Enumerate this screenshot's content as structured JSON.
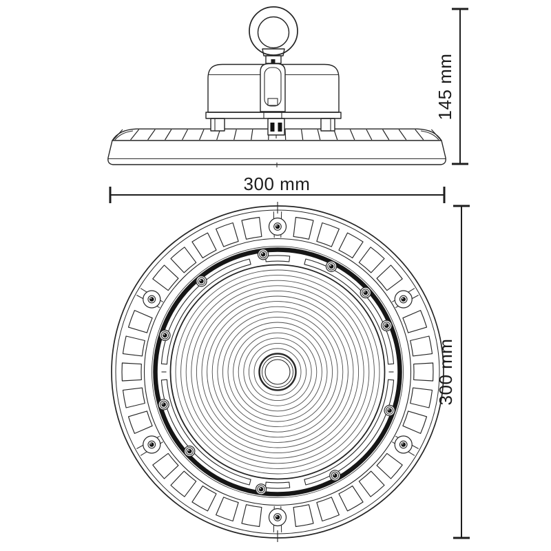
{
  "meta": {
    "description": "Technical dimension drawing of a round UFO LED high-bay luminaire: side elevation view above, bottom (lens) view below",
    "background_color": "#ffffff",
    "line_color": "#242424",
    "dark_color": "#141414"
  },
  "dimensions": {
    "height": "145 mm",
    "width": "300 mm",
    "diameter": "300 mm"
  },
  "side_view": {
    "name": "side-elevation",
    "parts": [
      "eye-hook-ring",
      "mounting-collar",
      "driver-housing",
      "hook-bracket",
      "housing-feet",
      "cable-gland",
      "heatsink-fin-band",
      "lamp-body-dish"
    ],
    "fin_line_count": 20
  },
  "bottom_view": {
    "name": "bottom-lens-view",
    "slot_positions": 36,
    "slot_count": 30,
    "boss_angles": [
      30,
      90,
      150,
      210,
      270,
      330
    ],
    "ring_screw_angles": [
      23,
      42,
      63,
      97,
      130,
      162,
      196,
      222,
      262,
      299,
      341
    ],
    "segment_spans": [
      [
        4,
        76
      ],
      [
        84,
        96
      ],
      [
        104,
        176
      ],
      [
        184,
        256
      ],
      [
        264,
        276
      ],
      [
        284,
        356
      ]
    ],
    "lens_ring_count": 16
  }
}
